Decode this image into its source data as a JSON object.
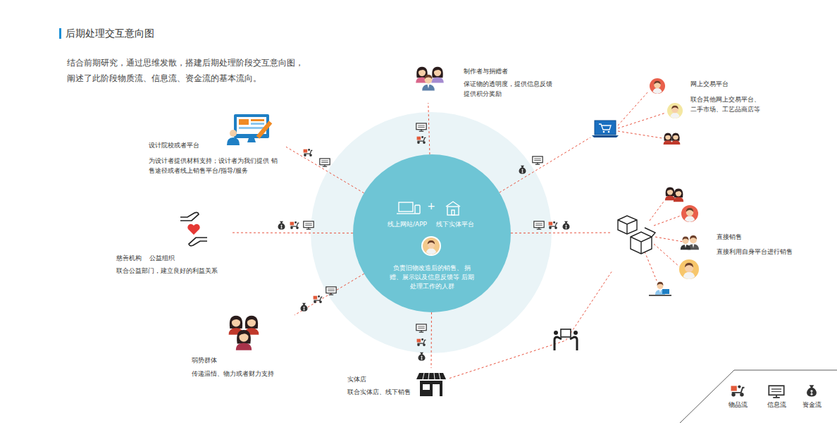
{
  "diagram": {
    "title": "后期处理交互意向图",
    "caption": "结合前期研究，通过思维发散，搭建后期处理阶段交互意向图， 阐述了此阶段物质流、信息流、资金流的基本流向。",
    "nodes": [
      {
        "text": [
          "线上网站/APP",
          "+",
          "线下实体平台",
          "负责旧物改造后的销售、 捐赠、展示以及信息反馈等 后期处理工作的人群"
        ]
      },
      {
        "text": [
          "制作者与捐赠者",
          "保证物的透明度，提供信息反馈 提供积分奖励"
        ]
      },
      {
        "text": [
          "网上交易平台",
          "联合其他网上交易平台、 二手市场、工艺品商店等"
        ]
      },
      {
        "text": [
          "直接销售",
          "直接利用自身平台进行销售"
        ]
      },
      {
        "text": [
          "实体店",
          "联合实体店、线下销售"
        ]
      },
      {
        "text": [
          "弱势群体",
          "传递温情、物力或者财力支持"
        ]
      },
      {
        "text": [
          "慈善机构",
          "公益组织",
          "联合公益部门，建立良好的利益关系"
        ]
      },
      {
        "text": [
          "设计院校或者平台",
          "为设计者提供材料支持；设计者为我们提供 销售途径或者线上销售平台/指导/服务"
        ]
      }
    ],
    "edges": [
      {
        "from": 0,
        "to": 1,
        "arrow": "none"
      },
      {
        "from": 0,
        "to": 2,
        "arrow": "none"
      },
      {
        "from": 0,
        "to": 3,
        "arrow": "none"
      },
      {
        "from": 0,
        "to": 4,
        "arrow": "none"
      },
      {
        "from": 0,
        "to": 5,
        "arrow": "none"
      },
      {
        "from": 0,
        "to": 6,
        "arrow": "none"
      },
      {
        "from": 0,
        "to": 7,
        "arrow": "none"
      },
      {
        "from": 4,
        "to": 3,
        "arrow": "none"
      }
    ],
    "legend": [
      {
        "text": "物品流"
      },
      {
        "text": "信息流"
      },
      {
        "text": "资金流"
      }
    ]
  }
}
